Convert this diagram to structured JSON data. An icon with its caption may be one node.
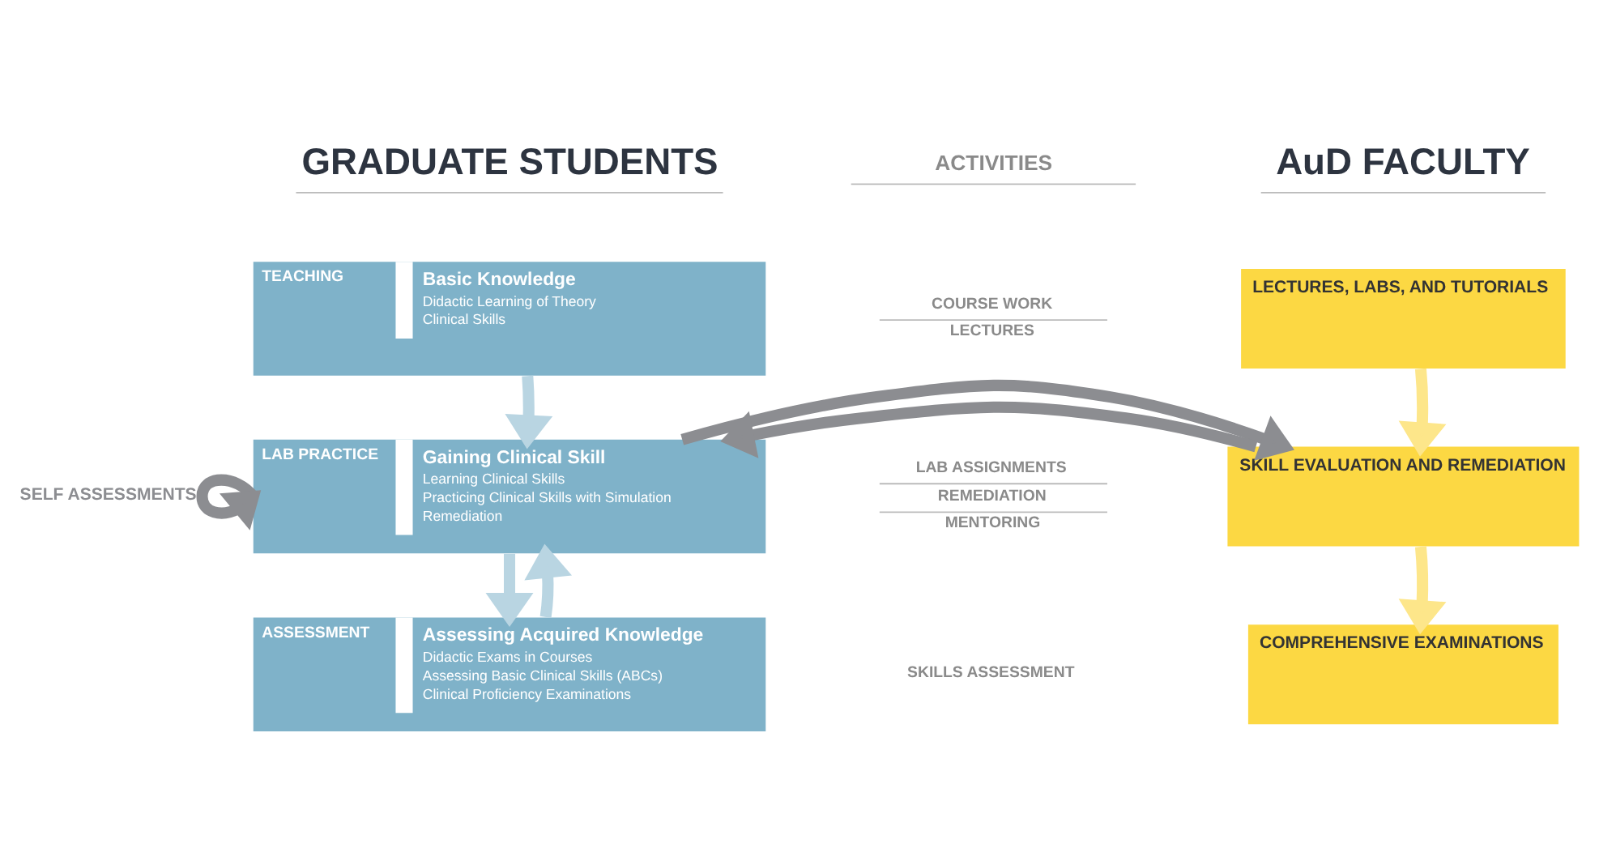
{
  "diagram": {
    "nodes": [
      {
        "text": [
          "TEACHING",
          "Basic Knowledge",
          "Didactic Learning of Theory",
          "Clinical Skills"
        ]
      },
      {
        "text": [
          "LAB PRACTICE",
          "Gaining Clinical Skill",
          "Learning Clinical Skills",
          "Practicing Clinical Skills with Simulation",
          "Remediation"
        ]
      },
      {
        "text": [
          "ASSESSMENT",
          "Assessing Acquired Knowledge",
          "Didactic Exams in Courses",
          "Assessing Basic Clinical Skills (ABCs)",
          "Clinical Proficiency Examinations"
        ]
      },
      {
        "text": [
          "LECTURES, LABS, AND TUTORIALS"
        ]
      },
      {
        "text": [
          "SKILL EVALUATION AND REMEDIATION"
        ]
      },
      {
        "text": [
          "COMPREHENSIVE EXAMINATIONS"
        ]
      }
    ],
    "edges": [
      {
        "from": 0,
        "to": 1,
        "arrow": "to",
        "color": "#b9d5e2"
      },
      {
        "from": 1,
        "to": 2,
        "arrow": "to",
        "color": "#b9d5e2"
      },
      {
        "from": 2,
        "to": 1,
        "arrow": "to",
        "color": "#b9d5e2"
      },
      {
        "from": 1,
        "to": 1,
        "arrow": "to",
        "label": "SELF ASSESSMENTS"
      },
      {
        "from": 4,
        "to": 1,
        "arrow": "to"
      },
      {
        "from": 1,
        "to": 4,
        "arrow": "to"
      },
      {
        "from": 3,
        "to": 4,
        "arrow": "to",
        "color": "#fde68a"
      },
      {
        "from": 4,
        "to": 5,
        "arrow": "to",
        "color": "#fde68a"
      }
    ],
    "labels": [
      "GRADUATE STUDENTS",
      "ACTIVITIES",
      "AuD FACULTY",
      "COURSE WORK",
      "LECTURES",
      "LAB ASSIGNMENTS",
      "REMEDIATION",
      "MENTORING",
      "SKILLS ASSESSMENT"
    ]
  }
}
